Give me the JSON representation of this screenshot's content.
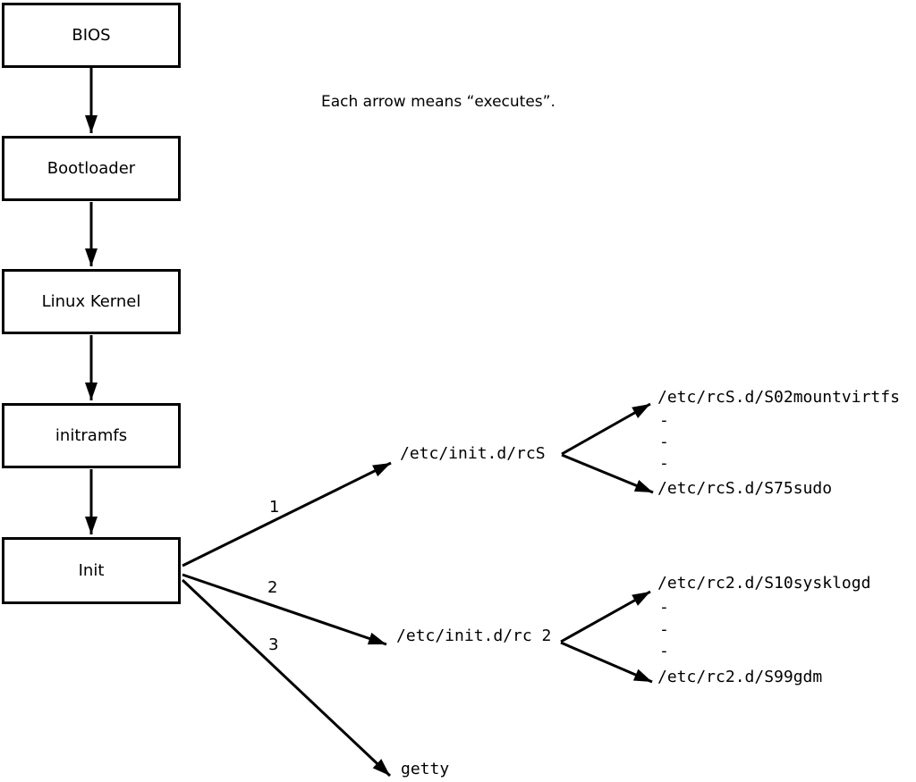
{
  "caption": "Each arrow means “executes”.",
  "boxes": [
    {
      "label": "BIOS"
    },
    {
      "label": "Bootloader"
    },
    {
      "label": "Linux Kernel"
    },
    {
      "label": "initramfs"
    },
    {
      "label": "Init"
    }
  ],
  "branches": [
    {
      "number": "1",
      "target": "/etc/init.d/rcS"
    },
    {
      "number": "2",
      "target": "/etc/init.d/rc 2"
    },
    {
      "number": "3",
      "target": "getty"
    }
  ],
  "rcS_dir": {
    "first": "/etc/rcS.d/S02mountvirtfs",
    "dots": [
      "-",
      "-",
      "-"
    ],
    "last": "/etc/rcS.d/S75sudo"
  },
  "rc2_dir": {
    "first": "/etc/rc2.d/S10sysklogd",
    "dots": [
      "-",
      "-",
      "-"
    ],
    "last": "/etc/rc2.d/S99gdm"
  },
  "colors": {
    "line": "#000000",
    "background": "#ffffff"
  }
}
